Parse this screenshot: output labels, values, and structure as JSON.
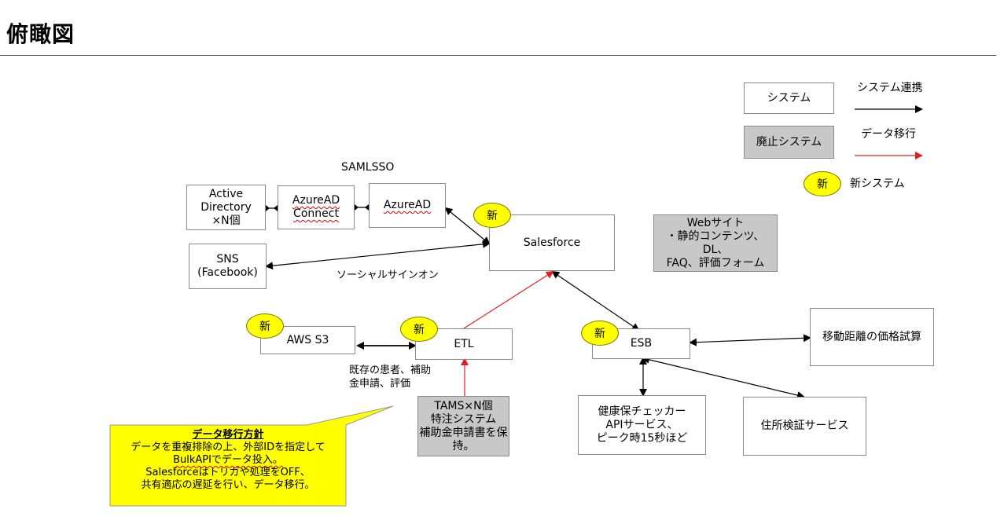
{
  "page": {
    "title": "俯瞰図"
  },
  "legend": {
    "system_label": "システム",
    "deprecated_label": "廃止システム",
    "link_label": "システム連携",
    "migration_label": "データ移行",
    "new_badge": "新",
    "new_label": "新システム"
  },
  "diagram": {
    "samlsso_label": "SAMLSSO",
    "active_directory": "Active\nDirectory\n×N個",
    "azuread_connect": "AzureAD\nConnect",
    "azuread": "AzureAD",
    "salesforce": "Salesforce",
    "sns": "SNS\n(Facebook)",
    "social_signon_label": "ソーシャルサインオン",
    "website": "Webサイト\n・静的コンテンツ、DL、\nFAQ、評価フォーム",
    "aws_s3": "AWS S3",
    "etl": "ETL",
    "esb": "ESB",
    "price_calc": "移動距離の価格試算",
    "existing_data_label": "既存の患者、補助\n金申請、評価",
    "tams": "TAMS×N個\n特注システム\n補助金申請書を保持。",
    "insurance_checker": "健康保チェッカー\nAPIサービス、\nピーク時15秒ほど",
    "address_verification": "住所検証サービス",
    "new_badge": "新"
  },
  "note": {
    "title": "データ移行方針",
    "line1": "データを重複排除の上、外部IDを指定して",
    "line2": "BulkAPIでデータ投入。",
    "line3": "Salesforceはトリガや処理をOFF、",
    "line4": "共有適応の遅延を行い、データ移行。"
  },
  "colors": {
    "migration": "#e02020",
    "note_bg": "#ffff00",
    "new_badge": "#ffff00",
    "deprecated_bg": "#c8c8c8"
  }
}
